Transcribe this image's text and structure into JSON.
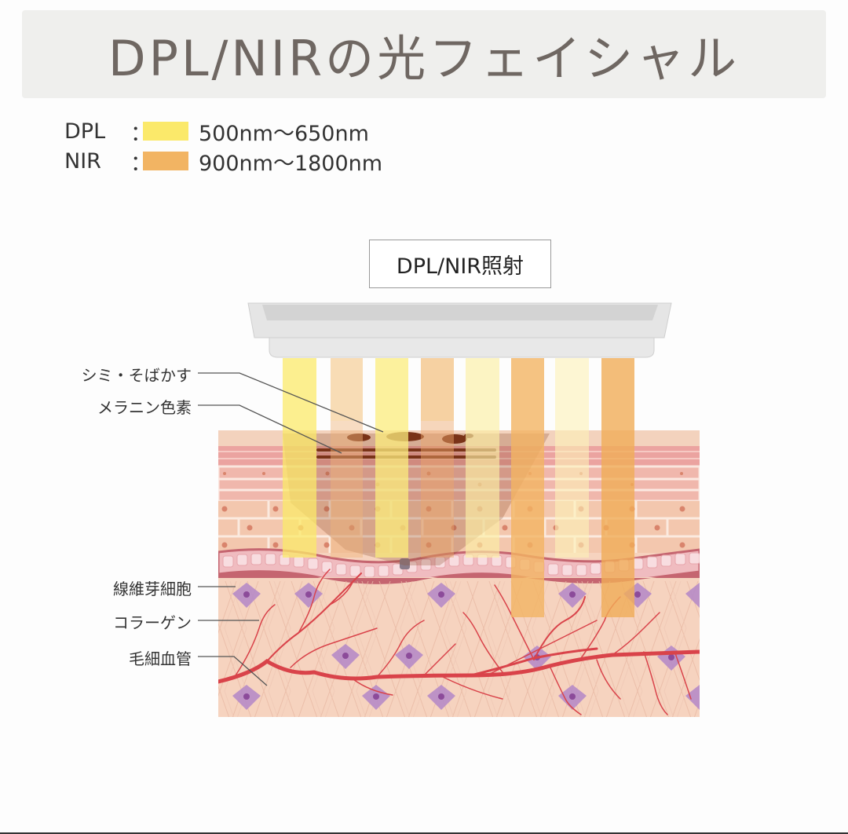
{
  "title": "DPL/NIRの光フェイシャル",
  "legend": [
    {
      "key": "DPL",
      "colon": "：",
      "range": "500nm〜650nm",
      "color": "#fbe96a"
    },
    {
      "key": "NIR",
      "colon": "：",
      "range": "900nm〜1800nm",
      "color": "#f2b463"
    }
  ],
  "irradiation_label": "DPL/NIR照射",
  "labels": {
    "spots": "シミ・そばかす",
    "melanin": "メラニン色素",
    "fibroblast": "線維芽細胞",
    "collagen": "コラーゲン",
    "capillary": "毛細血管"
  },
  "beams": [
    {
      "type": "DPL",
      "color": "#fbe96a"
    },
    {
      "type": "NIR",
      "color": "#f7d6a8"
    },
    {
      "type": "DPL",
      "color": "#fbec7c"
    },
    {
      "type": "NIR",
      "color": "#f5c992"
    },
    {
      "type": "DPL",
      "color": "#fcf0a4"
    },
    {
      "type": "NIR",
      "color": "#f2b463"
    },
    {
      "type": "DPL",
      "color": "#fdf1b8"
    },
    {
      "type": "NIR",
      "color": "#f0ad58"
    }
  ]
}
